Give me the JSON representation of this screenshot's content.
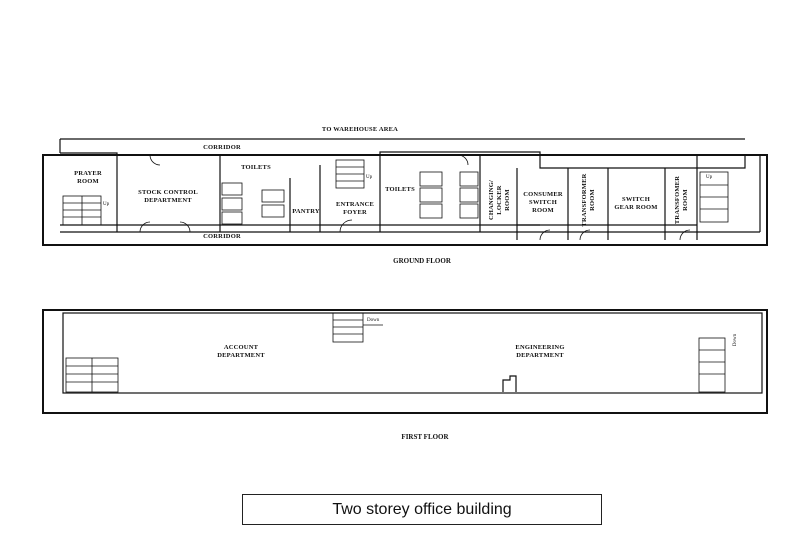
{
  "ground_floor": {
    "title": "GROUND FLOOR",
    "note_top": "TO WAREHOUSE AREA",
    "corridor_top": "CORRIDOR",
    "corridor_bottom": "CORRIDOR",
    "rooms": {
      "prayer": [
        "PRAYER",
        "ROOM"
      ],
      "stock": [
        "STOCK CONTROL",
        "DEPARTMENT"
      ],
      "toilets_left": "TOILETS",
      "pantry": "PANTRY",
      "entrance": [
        "ENTRANCE",
        "FOYER"
      ],
      "toilets_right": "TOILETS",
      "changing": [
        "CHANGING/",
        "LOCKER",
        "ROOM"
      ],
      "consumer": [
        "CONSUMER",
        "SWITCH",
        "ROOM"
      ],
      "transformer1": [
        "TRANSFORMER",
        "ROOM"
      ],
      "switchgear": [
        "SWITCH",
        "GEAR ROOM"
      ],
      "transformer2": [
        "TRANSFOMER",
        "ROOM"
      ]
    },
    "stair_marks": {
      "up_a": "Up",
      "up_b": "Up",
      "up_c": "Up"
    }
  },
  "first_floor": {
    "title": "FIRST FLOOR",
    "rooms": {
      "account": [
        "ACCOUNT",
        "DEPARTMENT"
      ],
      "engineering": [
        "ENGINEERING",
        "DEPARTMENT"
      ]
    },
    "stair_marks": {
      "down_a": "Down",
      "down_b": "Down"
    }
  },
  "caption": "Two storey office building"
}
